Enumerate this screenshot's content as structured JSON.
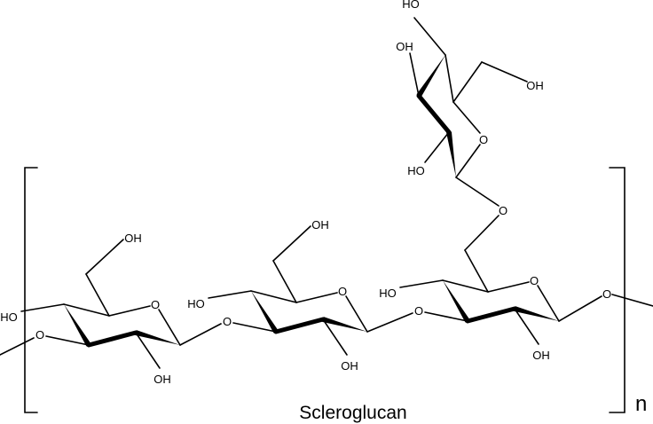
{
  "title": "Scleroglucan",
  "repeat_subscript": "n",
  "atom_labels": {
    "oh": "OH",
    "ho": "HO",
    "o": "O"
  }
}
